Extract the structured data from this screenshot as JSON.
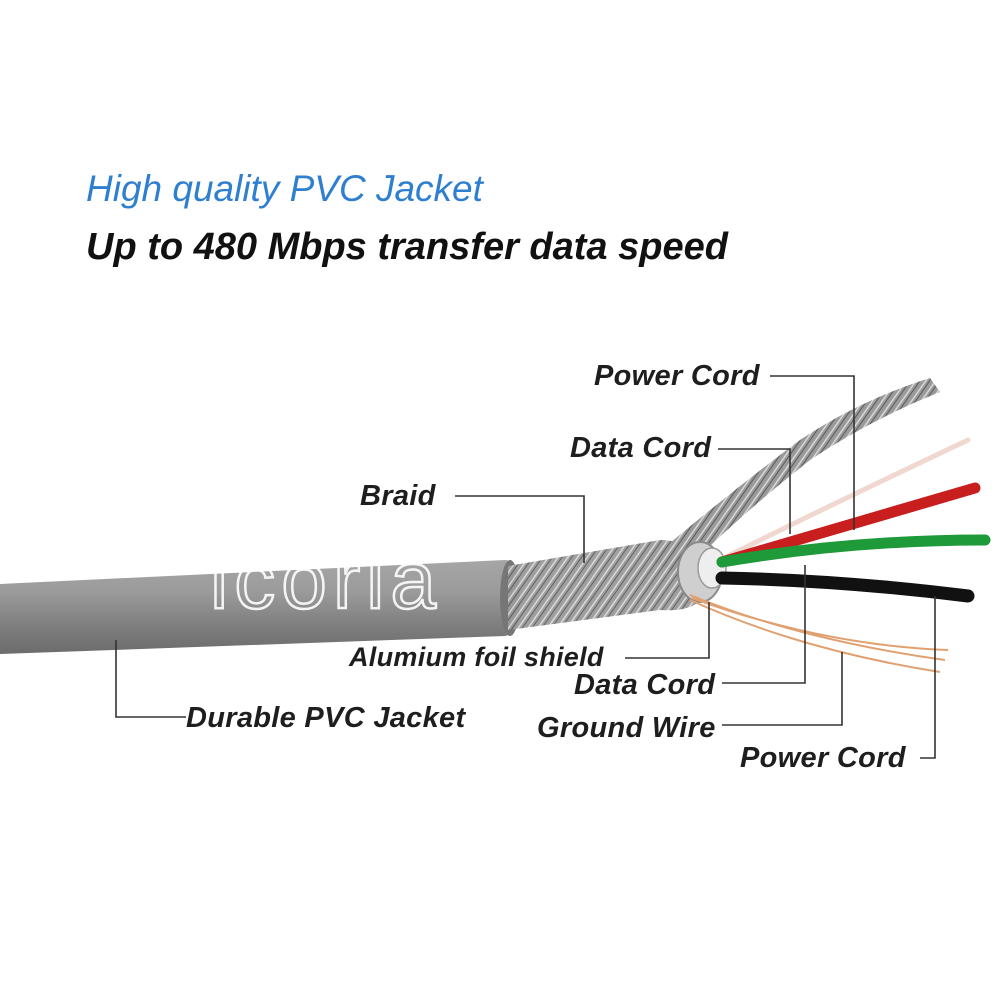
{
  "headlines": {
    "line1": "High quality PVC Jacket",
    "line2": "Up to 480 Mbps transfer data speed"
  },
  "labels": {
    "power_cord_top": "Power Cord",
    "data_cord_top": "Data Cord",
    "braid": "Braid",
    "foil_shield": "Alumium foil shield",
    "data_cord_bottom": "Data Cord",
    "ground_wire": "Ground Wire",
    "jacket": "Durable PVC Jacket",
    "power_cord_bottom": "Power Cord"
  },
  "watermark": "icorla",
  "colors": {
    "headline_blue": "#2f7fd0",
    "jacket_gray": "#8c8c8c",
    "wire_red": "#c81e1e",
    "wire_green": "#1f9a3a",
    "wire_black": "#111111",
    "wire_white": "#f0d8d0",
    "ground_copper": "#e0a070"
  }
}
